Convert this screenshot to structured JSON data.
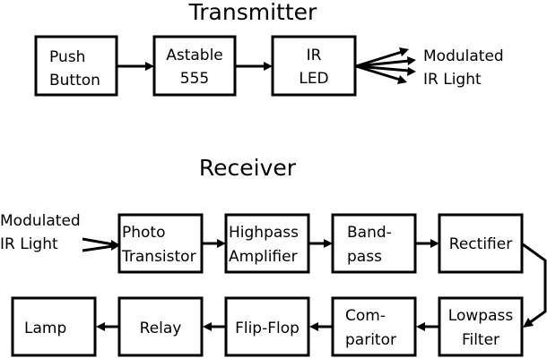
{
  "transmitter": {
    "title": "Transmitter",
    "blocks": [
      {
        "id": "push-button",
        "line1": "Push",
        "line2": "Button"
      },
      {
        "id": "astable-555",
        "line1": "Astable",
        "line2": "555"
      },
      {
        "id": "ir-led",
        "line1": "IR",
        "line2": "LED"
      }
    ],
    "output_label": {
      "line1": "Modulated",
      "line2": "IR Light"
    }
  },
  "receiver": {
    "title": "Receiver",
    "input_label": {
      "line1": "Modulated",
      "line2": "IR Light"
    },
    "blocks_top": [
      {
        "id": "photo-transistor",
        "line1": "Photo",
        "line2": "Transistor"
      },
      {
        "id": "highpass-amplifier",
        "line1": "Highpass",
        "line2": "Amplifier"
      },
      {
        "id": "bandpass",
        "line1": "Band-",
        "line2": "pass"
      },
      {
        "id": "rectifier",
        "line1": "Rectifier",
        "line2": ""
      }
    ],
    "blocks_bottom": [
      {
        "id": "lamp",
        "line1": "Lamp",
        "line2": ""
      },
      {
        "id": "relay",
        "line1": "Relay",
        "line2": ""
      },
      {
        "id": "flip-flop",
        "line1": "Flip-Flop",
        "line2": ""
      },
      {
        "id": "comparitor",
        "line1": "Com-",
        "line2": "paritor"
      },
      {
        "id": "lowpass-filter",
        "line1": "Lowpass",
        "line2": "Filter"
      }
    ]
  }
}
